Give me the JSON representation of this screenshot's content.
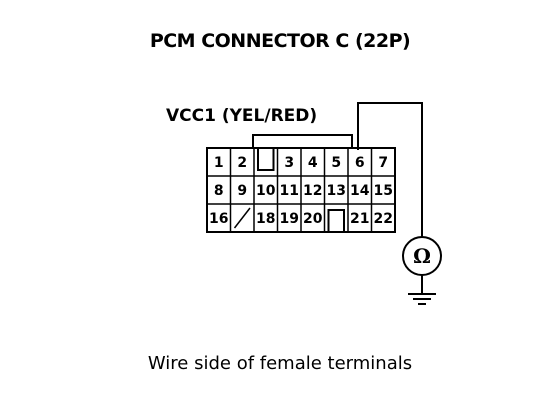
{
  "title": "PCM CONNECTOR C (22P)",
  "wire_label": "VCC1 (YEL/RED)",
  "footer": "Wire side of female terminals",
  "meter_symbol": "Ω",
  "connector": {
    "rows": [
      [
        "1",
        "2",
        "",
        "3",
        "4",
        "5",
        "6",
        "7"
      ],
      [
        "8",
        "9",
        "10",
        "11",
        "12",
        "13",
        "14",
        "15"
      ],
      [
        "16",
        "",
        "18",
        "19",
        "20",
        "",
        "21",
        "22"
      ]
    ],
    "empty_cells": [
      "row-1-col-3",
      "row-3-col-2",
      "row-3-col-6"
    ],
    "probed_terminal": "6",
    "keys": [
      "top-notch",
      "bottom-notch"
    ]
  },
  "meter": {
    "type": "ohmmeter",
    "ground": true
  }
}
